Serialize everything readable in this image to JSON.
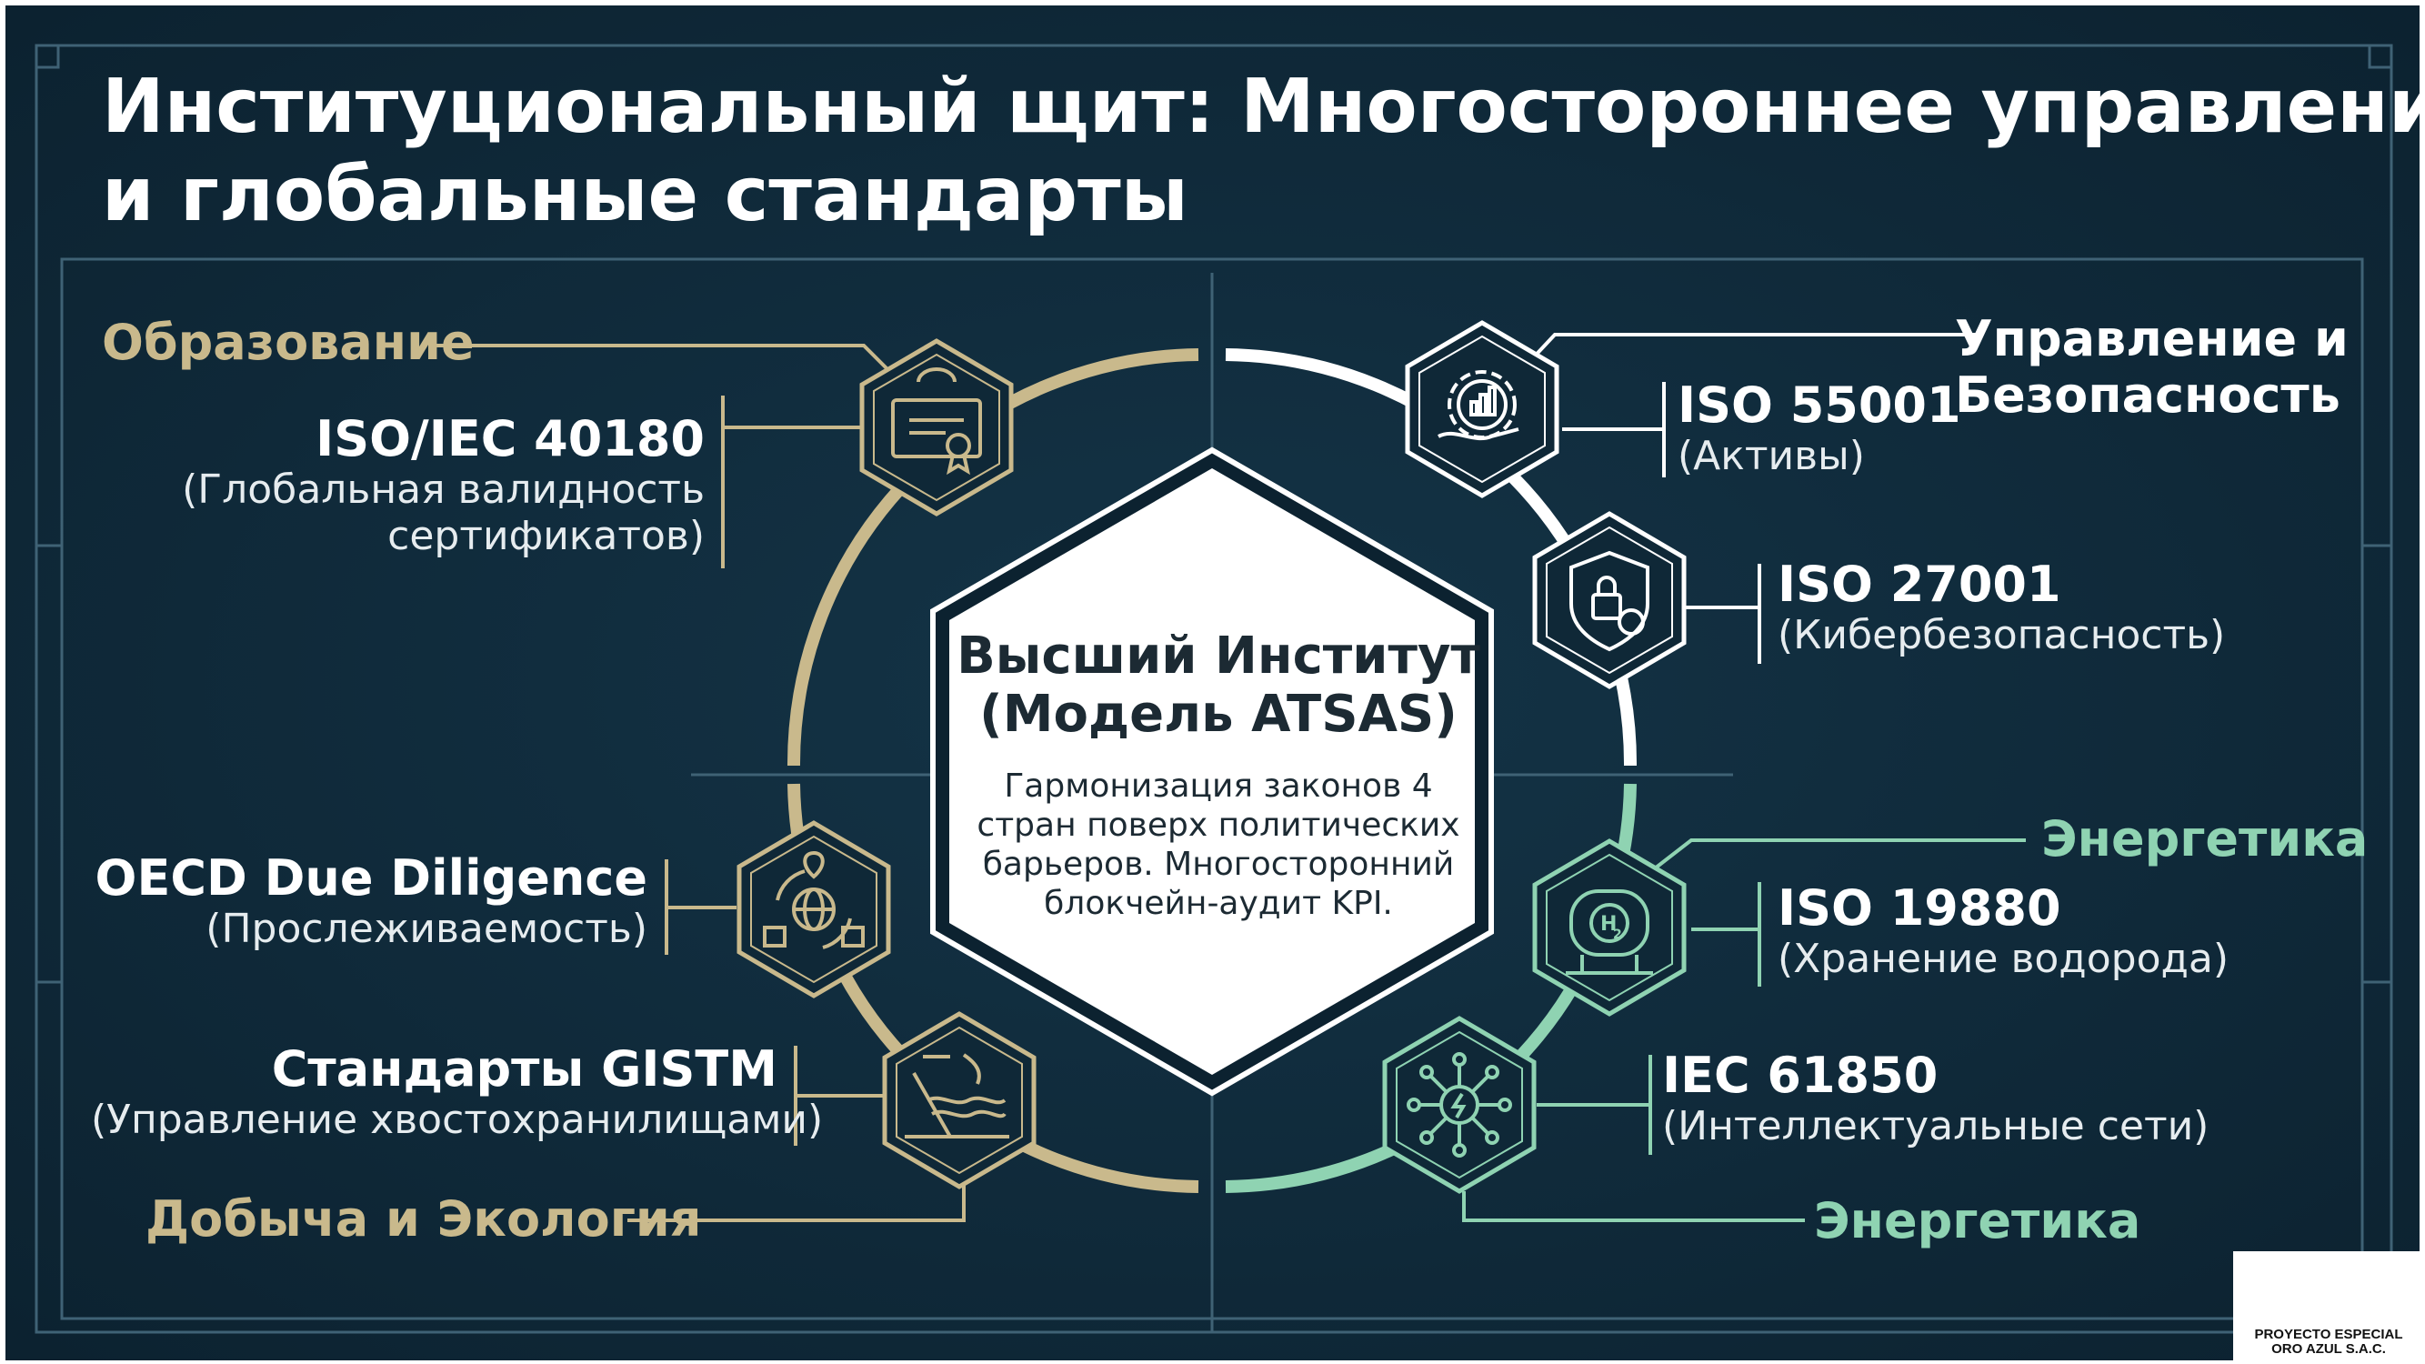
{
  "title": {
    "line1": "Институциональный щит: Многостороннее управление",
    "line2": "и глобальные стандарты"
  },
  "center": {
    "title_line1": "Высший Институт",
    "title_line2": "(Модель ATSAS)",
    "desc_lines": [
      "Гармонизация законов 4",
      "стран поверх политических",
      "барьеров. Многосторонний",
      "блокчейн-аудит KPI."
    ]
  },
  "categories": {
    "education": "Образование",
    "governance_line1": "Управление и",
    "governance_line2": "Безопасность",
    "energy_upper": "Энергетика",
    "mining": "Добыча и Экология",
    "energy_lower": "Энергетика"
  },
  "standards": [
    {
      "code": "ISO/IEC 40180",
      "desc_line1": "(Глобальная валидность",
      "desc_line2": "сертификатов)",
      "icon": "certificate-icon"
    },
    {
      "code": "OECD Due Diligence",
      "desc_line1": "(Прослеживаемость)",
      "desc_line2": "",
      "icon": "traceability-icon"
    },
    {
      "code": "Стандарты GISTM",
      "desc_line1": "(Управление хвостохранилищами)",
      "desc_line2": "",
      "icon": "tailings-dam-icon"
    },
    {
      "code": "ISO 55001",
      "desc_line1": "(Активы)",
      "desc_line2": "",
      "icon": "asset-gear-icon"
    },
    {
      "code": "ISO 27001",
      "desc_line1": "(Кибербезопасность)",
      "desc_line2": "",
      "icon": "shield-lock-icon"
    },
    {
      "code": "ISO 19880",
      "desc_line1": "(Хранение водорода)",
      "desc_line2": "",
      "icon": "hydrogen-tank-icon"
    },
    {
      "code": "IEC 61850",
      "desc_line1": "(Интеллектуальные сети)",
      "desc_line2": "",
      "icon": "smart-grid-icon"
    }
  ],
  "logo": {
    "line1": "PROYECTO ESPECIAL",
    "line2": "ORO AZUL S.A.C."
  },
  "colors": {
    "background": "#0f2837",
    "gold": "#c9b98c",
    "mint": "#8fd3b2",
    "white": "#ffffff"
  }
}
